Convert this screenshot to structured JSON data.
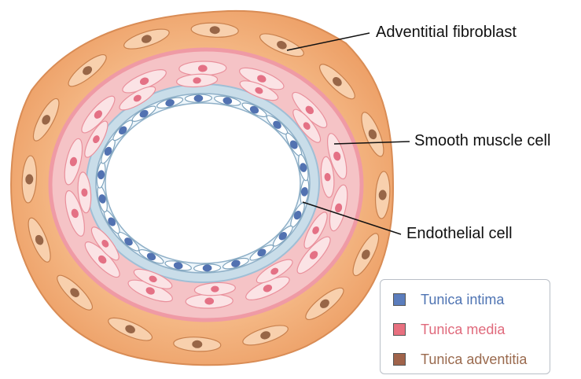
{
  "labels": {
    "adventitial_fibroblast": "Adventitial fibroblast",
    "smooth_muscle_cell": "Smooth muscle cell",
    "endothelial_cell": "Endothelial cell"
  },
  "legend": [
    {
      "label": "Tunica intima",
      "swatch_color": "#5b7dbd",
      "text_color": "#4f74b3"
    },
    {
      "label": "Tunica media",
      "swatch_color": "#e8707f",
      "text_color": "#e06a7c"
    },
    {
      "label": "Tunica adventitia",
      "swatch_color": "#a0634a",
      "text_color": "#9a6a4e"
    }
  ],
  "colors": {
    "adventitia_fill": "#f1ab75",
    "adventitia_edge": "#d98c55",
    "media_fill": "#f5c3c6",
    "media_edge": "#ef9aa5",
    "intima_fill": "#c9dde9",
    "lumen_fill": "#ffffff",
    "endothelial_nucleus": "#3f63a8",
    "smooth_muscle_nucleus": "#e1647a",
    "fibroblast_nucleus": "#8d5a3c"
  }
}
